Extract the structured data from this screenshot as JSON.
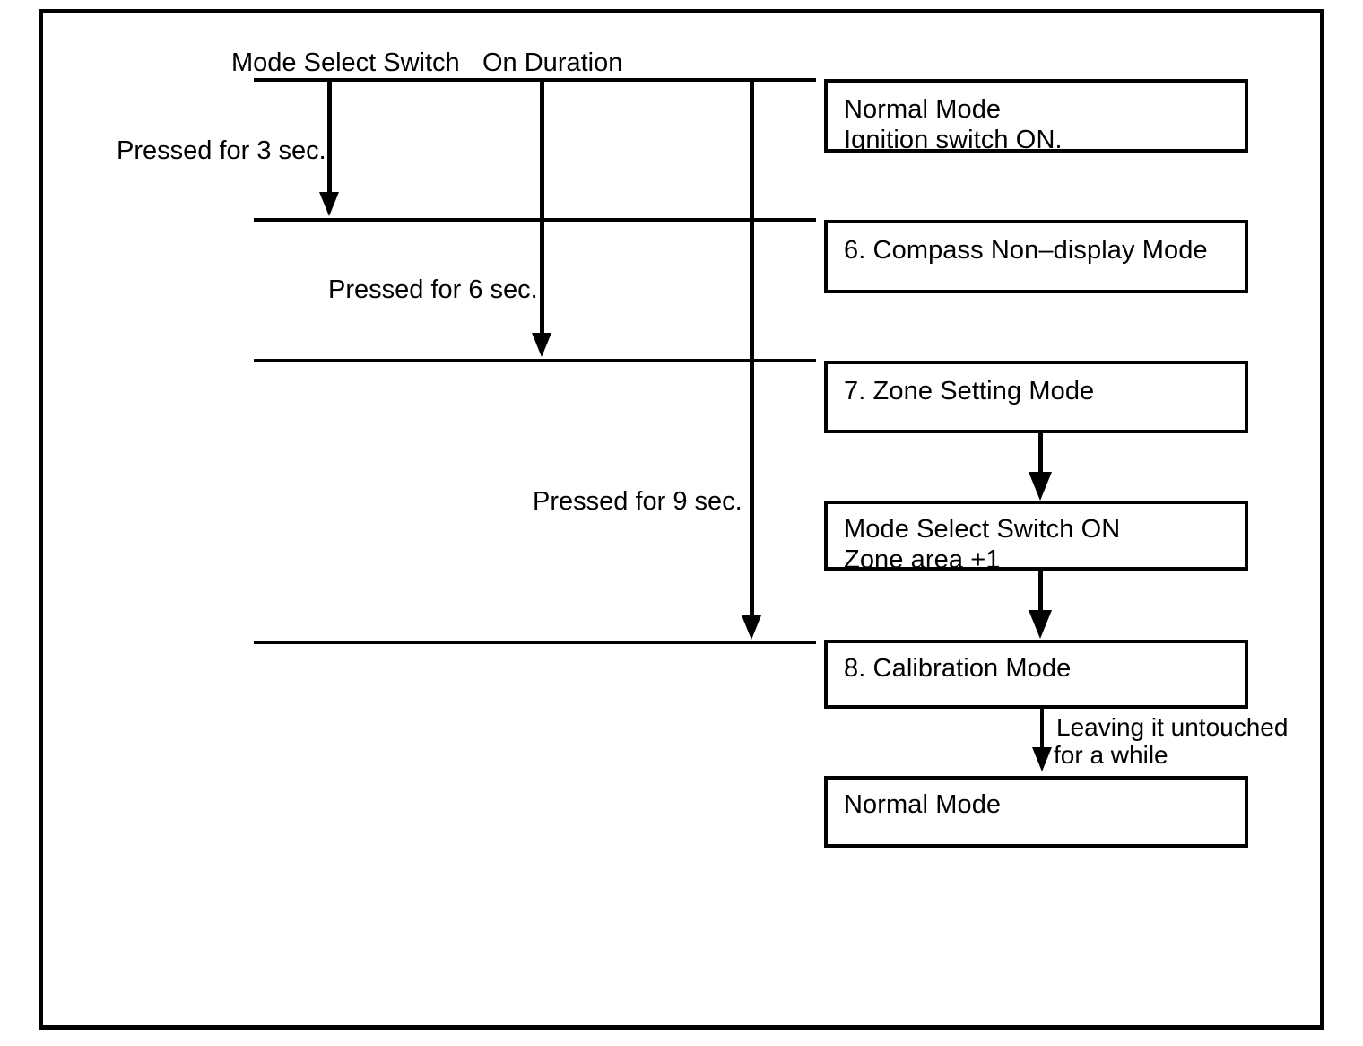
{
  "diagram": {
    "title": "Compass mode transition diagram",
    "column_headers": [
      {
        "label": "Mode Select Switch"
      },
      {
        "label": "On Duration"
      }
    ],
    "press_labels": [
      {
        "label": "Pressed for 3 sec."
      },
      {
        "label": "Pressed for 6 sec."
      },
      {
        "label": "Pressed for 9 sec."
      }
    ],
    "boxes": [
      {
        "id": "normal-mode-ignition",
        "lines": [
          "Normal Mode",
          "Ignition switch ON."
        ]
      },
      {
        "id": "compass-non-display-mode",
        "lines": [
          "6. Compass Non–display Mode"
        ]
      },
      {
        "id": "zone-setting-mode",
        "lines": [
          "7. Zone Setting Mode"
        ]
      },
      {
        "id": "mode-select-switch-on",
        "lines": [
          "Mode Select Switch ON",
          "Zone area +1"
        ]
      },
      {
        "id": "calibration-mode",
        "lines": [
          "8. Calibration Mode"
        ]
      },
      {
        "id": "normal-mode-final",
        "lines": [
          "Normal Mode"
        ]
      }
    ],
    "annotations": [
      {
        "id": "leaving-untouched",
        "lines": [
          "Leaving it untouched",
          "for a while"
        ]
      }
    ],
    "colors": {
      "ink": "#000000",
      "paper": "#ffffff"
    }
  }
}
